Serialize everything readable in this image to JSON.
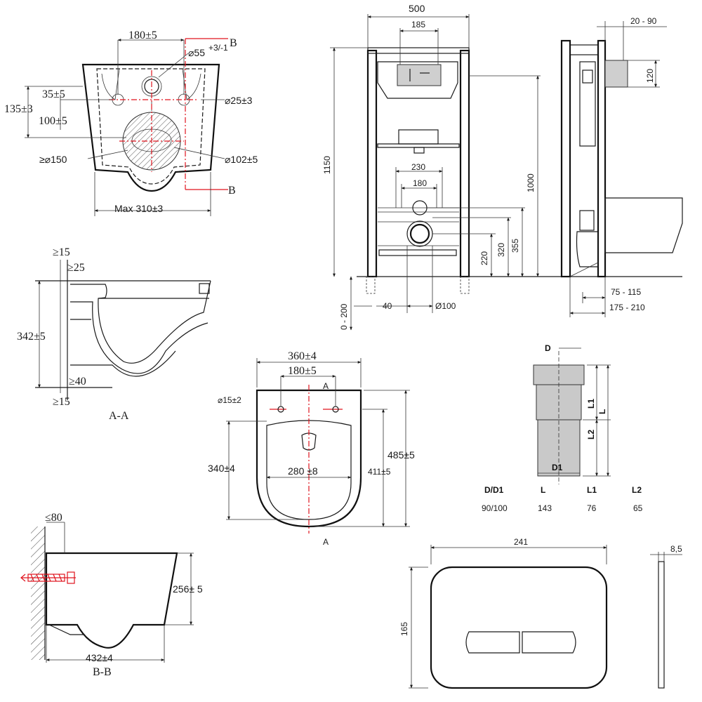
{
  "top_view": {
    "dim_180": "180±5",
    "label_b_top": "B",
    "label_b_bottom": "B",
    "dim_55": "⌀55",
    "dim_55_tol": "+3/-1",
    "dim_35": "35±5",
    "dim_135": "135±3",
    "dim_100": "100±5",
    "dim_25": "⌀25±3",
    "dim_150": "≥⌀150",
    "dim_102": "⌀102±5",
    "dim_310": "Max 310±3"
  },
  "frame_front": {
    "dim_500": "500",
    "dim_185": "185",
    "dim_1150": "1150",
    "dim_1000": "1000",
    "dim_230": "230",
    "dim_180": "180",
    "dim_220": "220",
    "dim_320": "320",
    "dim_355": "355",
    "dim_0_200": "0 - 200",
    "dim_40": "40",
    "dim_100": "Ø100"
  },
  "frame_side": {
    "dim_20_90": "20 - 90",
    "dim_120": "120",
    "dim_75_115": "75 - 115",
    "dim_175_210": "175 - 210"
  },
  "section_aa": {
    "dim_15_top": "≥15",
    "dim_25": "≥25",
    "dim_342": "342±5",
    "dim_40": "≥40",
    "dim_15_bottom": "≥15",
    "caption": "A-A"
  },
  "seat_view": {
    "dim_360": "360±4",
    "dim_180": "180±5",
    "label_a_top": "A",
    "label_a_bottom": "A",
    "dim_15": "⌀15±2",
    "dim_485": "485±5",
    "dim_340": "340±4",
    "dim_280": "280 ±8",
    "dim_411": "411±5"
  },
  "pipe": {
    "label_d": "D",
    "label_l1": "L1",
    "label_l": "L",
    "label_l2": "L2",
    "label_d1": "D1",
    "table_headers": [
      "D/D1",
      "L",
      "L1",
      "L2"
    ],
    "table_values": [
      "90/100",
      "143",
      "76",
      "65"
    ]
  },
  "section_bb": {
    "dim_80": "≤80",
    "dim_256": "256± 5",
    "dim_432": "432±4",
    "caption": "B-B"
  },
  "flush_plate": {
    "dim_241": "241",
    "dim_165": "165",
    "dim_8_5": "8,5"
  }
}
